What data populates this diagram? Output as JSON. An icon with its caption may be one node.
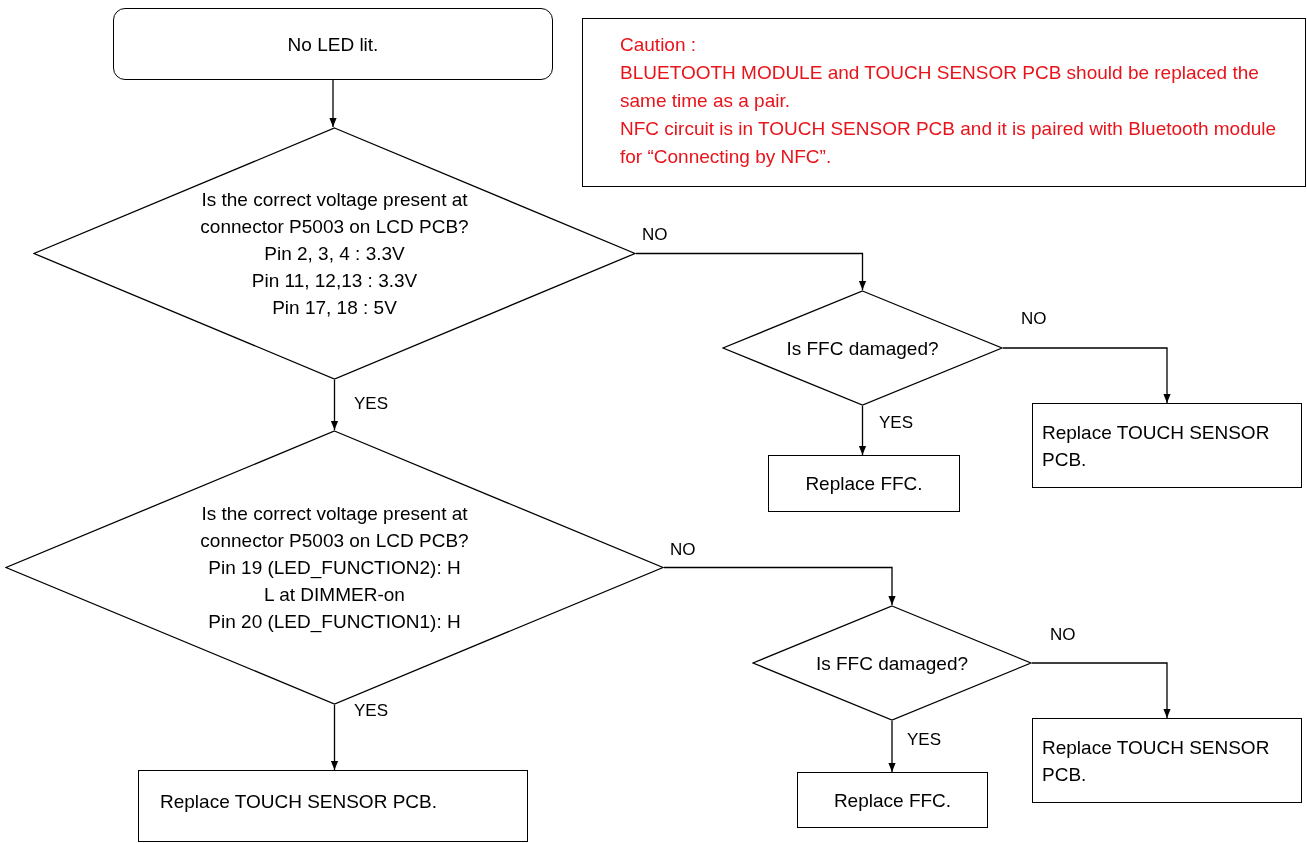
{
  "diagram": {
    "nodes": [
      {
        "text": [
          "No LED lit."
        ]
      },
      {
        "text": [
          "Caution :",
          "BLUETOOTH MODULE and TOUCH SENSOR PCB should be replaced the same time as a pair.",
          "NFC circuit is in TOUCH SENSOR PCB and it is paired with Bluetooth module for “Connecting by NFC”."
        ]
      },
      {
        "text": [
          "Is the correct voltage present at connector P5003 on LCD PCB?",
          "Pin 2, 3, 4 : 3.3V",
          "Pin 11, 12,13 : 3.3V",
          "Pin 17, 18 : 5V"
        ]
      },
      {
        "text": [
          "Is FFC damaged?"
        ]
      },
      {
        "text": [
          "Replace FFC."
        ]
      },
      {
        "text": [
          "Replace TOUCH SENSOR PCB."
        ]
      },
      {
        "text": [
          "Is the correct voltage present at connector P5003 on LCD PCB?",
          "Pin 19 (LED_FUNCTION2): H",
          "L at DIMMER-on",
          "Pin 20 (LED_FUNCTION1): H"
        ]
      },
      {
        "text": [
          "Is FFC damaged?"
        ]
      },
      {
        "text": [
          "Replace FFC."
        ]
      },
      {
        "text": [
          "Replace TOUCH SENSOR PCB."
        ]
      },
      {
        "text": [
          "Replace TOUCH SENSOR PCB."
        ]
      }
    ],
    "edges": [
      {
        "from": 0,
        "to": 2,
        "arrow": "to"
      },
      {
        "from": 2,
        "to": 3,
        "arrow": "to",
        "label": "NO"
      },
      {
        "from": 2,
        "to": 6,
        "arrow": "to",
        "label": "YES"
      },
      {
        "from": 3,
        "to": 4,
        "arrow": "to",
        "label": "YES"
      },
      {
        "from": 3,
        "to": 5,
        "arrow": "to",
        "label": "NO"
      },
      {
        "from": 6,
        "to": 7,
        "arrow": "to",
        "label": "NO"
      },
      {
        "from": 6,
        "to": 10,
        "arrow": "to",
        "label": "YES"
      },
      {
        "from": 7,
        "to": 8,
        "arrow": "to",
        "label": "YES"
      },
      {
        "from": 7,
        "to": 9,
        "arrow": "to",
        "label": "NO"
      }
    ]
  }
}
